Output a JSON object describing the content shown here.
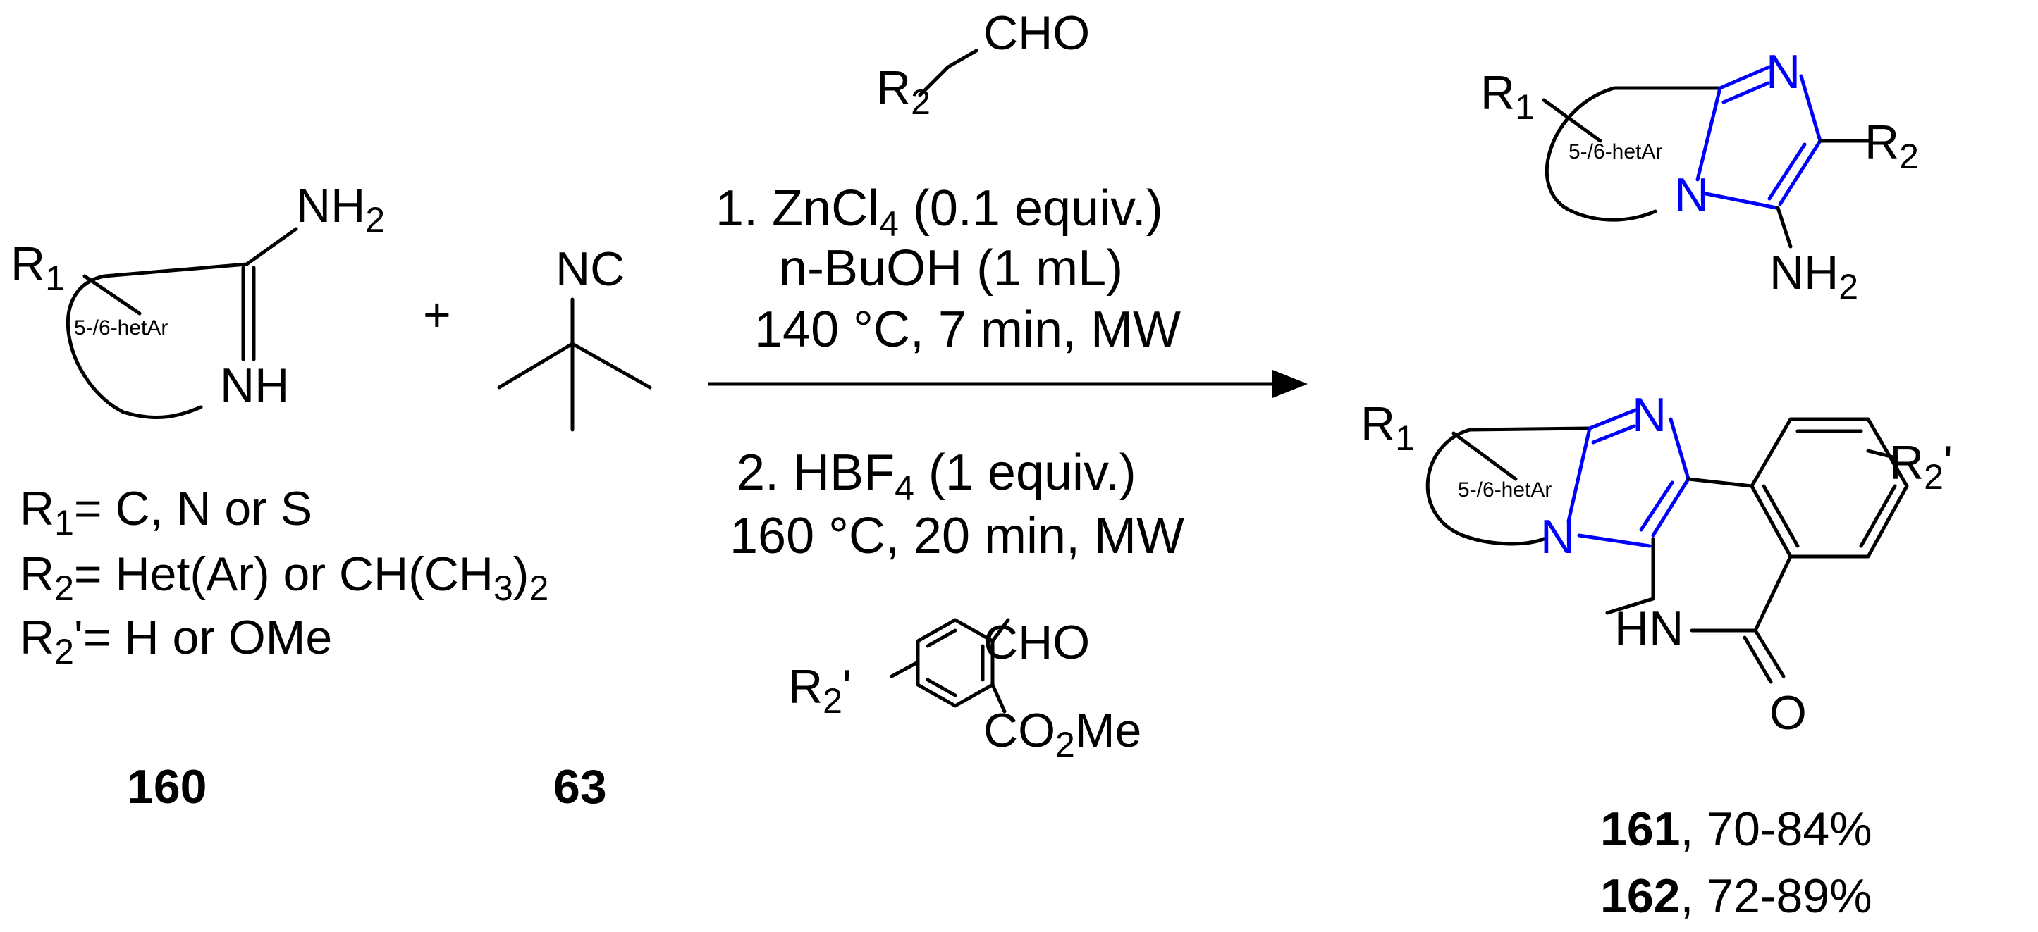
{
  "reagent_top": {
    "r": "R",
    "r_sub": "2",
    "group": "CHO"
  },
  "amidine": {
    "r1": "R",
    "r1_sub": "1",
    "ring": "5-/6-hetAr",
    "nh2": "NH",
    "nh2_sub": "2",
    "nh": "NH"
  },
  "plus": "+",
  "isocyanide": {
    "label": "NC"
  },
  "conditions": {
    "step1_line1_pre": "1. ZnCl",
    "step1_line1_sub": "4",
    "step1_line1_post": " (0.1 equiv.)",
    "step1_line2": "n-BuOH (1 mL)",
    "step1_line3": "140 °C, 7 min, MW",
    "step2_line1_pre": "2. HBF",
    "step2_line1_sub": "4",
    "step2_line1_post": " (1 equiv.)",
    "step2_line2": "160 °C, 20 min, MW"
  },
  "reagent_bottom": {
    "r": "R",
    "r_sub": "2",
    "r_prime": "'",
    "cho": "CHO",
    "co2me_pre": "CO",
    "co2me_sub": "2",
    "co2me_post": "Me"
  },
  "legend": {
    "l1_r": "R",
    "l1_sub": "1",
    "l1_text": "= C, N or S",
    "l2_r": "R",
    "l2_sub": "2",
    "l2_text": "= Het(Ar) or CH(CH",
    "l2_sub2": "3",
    "l2_close": ")",
    "l2_sub3": "2",
    "l3_r": "R",
    "l3_sub": "2",
    "l3_text": "'= H or OMe"
  },
  "compound_ids": {
    "c160": "160",
    "c63": "63"
  },
  "product_top": {
    "r1": "R",
    "r1_sub": "1",
    "ring": "5-/6-hetAr",
    "n_top": "N",
    "n_bridge": "N",
    "r2": "R",
    "r2_sub": "2",
    "nh2": "NH",
    "nh2_sub": "2"
  },
  "product_bottom": {
    "r1": "R",
    "r1_sub": "1",
    "ring": "5-/6-hetAr",
    "n_top": "N",
    "n_bridge": "N",
    "r2p": "R",
    "r2p_sub": "2",
    "r2p_prime": "'",
    "hn": "HN",
    "o": "O"
  },
  "yields": {
    "c161": "161",
    "c161_yield": ", 70-84%",
    "c162": "162",
    "c162_yield": ", 72-89%"
  },
  "colors": {
    "bond_black": "#000000",
    "bond_blue": "#0000ff",
    "background": "#ffffff"
  }
}
